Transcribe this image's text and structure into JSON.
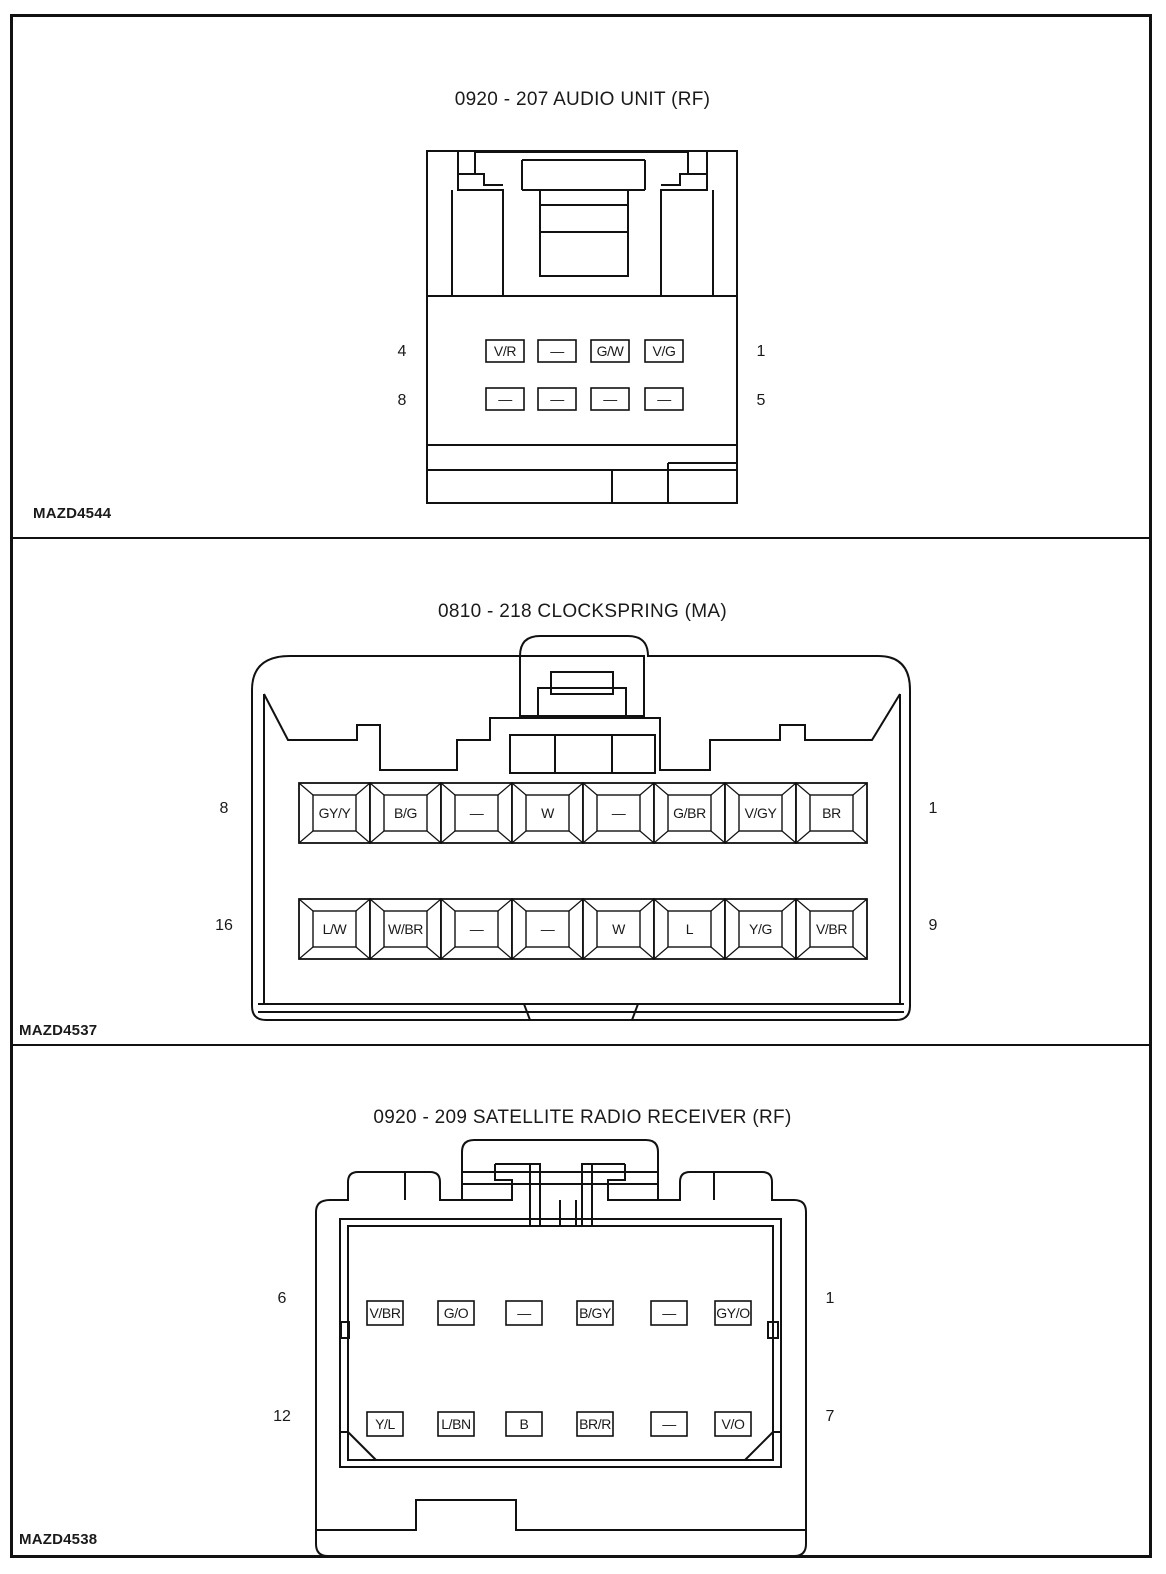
{
  "connectors": [
    {
      "title": "0920 - 207 AUDIO UNIT (RF)",
      "code": "MAZD4544",
      "row_labels": {
        "top_left": "4",
        "top_right": "1",
        "bottom_left": "8",
        "bottom_right": "5"
      },
      "top_row": [
        "V/R",
        "—",
        "G/W",
        "V/G"
      ],
      "bottom_row": [
        "—",
        "—",
        "—",
        "—"
      ]
    },
    {
      "title": "0810 - 218 CLOCKSPRING (MA)",
      "code": "MAZD4537",
      "row_labels": {
        "top_left": "8",
        "top_right": "1",
        "bottom_left": "16",
        "bottom_right": "9"
      },
      "top_row": [
        "GY/Y",
        "B/G",
        "—",
        "W",
        "—",
        "G/BR",
        "V/GY",
        "BR"
      ],
      "bottom_row": [
        "L/W",
        "W/BR",
        "—",
        "—",
        "W",
        "L",
        "Y/G",
        "V/BR"
      ]
    },
    {
      "title": "0920 - 209 SATELLITE RADIO RECEIVER (RF)",
      "code": "MAZD4538",
      "row_labels": {
        "top_left": "6",
        "top_right": "1",
        "bottom_left": "12",
        "bottom_right": "7"
      },
      "top_row": [
        "V/BR",
        "G/O",
        "—",
        "B/GY",
        "—",
        "GY/O"
      ],
      "bottom_row": [
        "Y/L",
        "L/BN",
        "B",
        "BR/R",
        "—",
        "V/O"
      ]
    }
  ]
}
